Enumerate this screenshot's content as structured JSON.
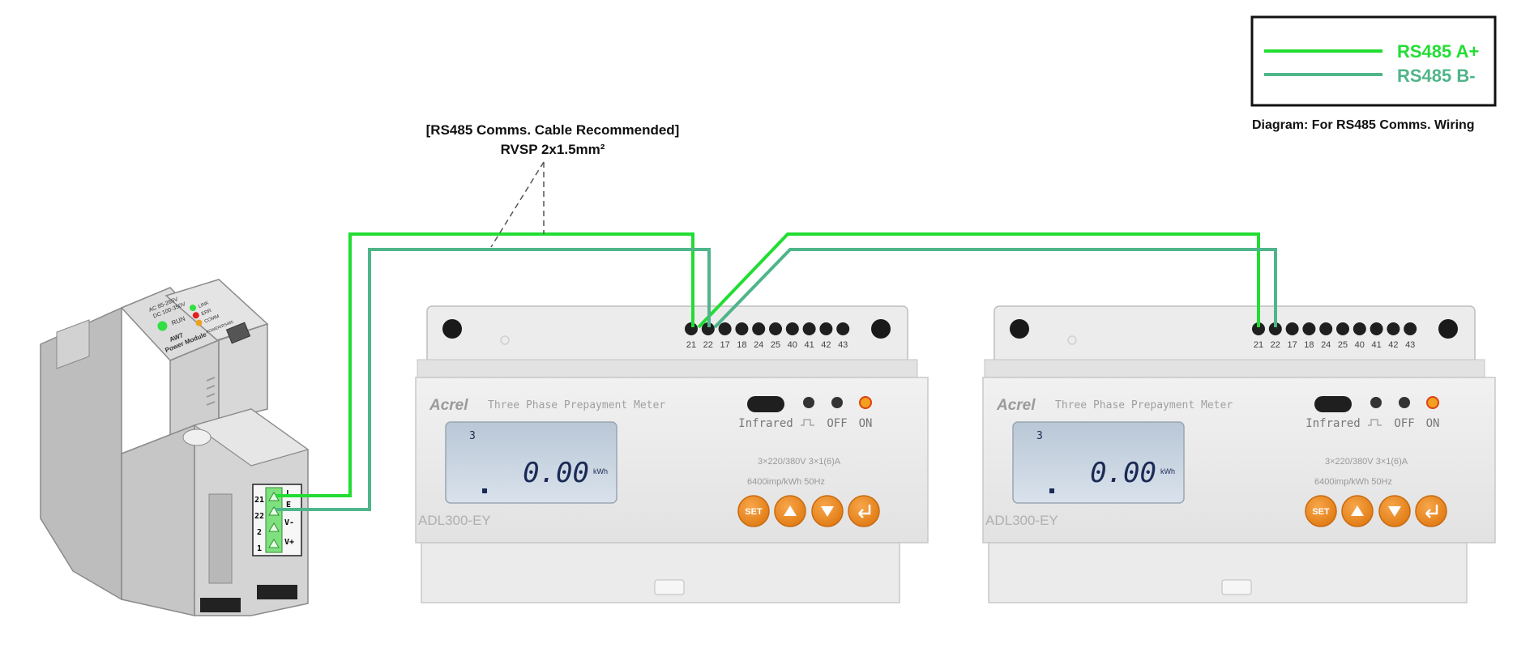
{
  "cable_note": {
    "line1": "[RS485 Comms. Cable Recommended]",
    "line2": "RVSP 2x1.5mm²"
  },
  "legend": {
    "a_label": "RS485 A+",
    "b_label": "RS485 B-",
    "a_color": "#22dd33",
    "b_color": "#4fb58a"
  },
  "caption": "Diagram: For RS485 Comms. Wiring",
  "module": {
    "name_line1": "AW7",
    "name_line2": "Power Module",
    "run_label": "RUN",
    "led_link": "LINK",
    "led_err": "ERR",
    "led_comm": "COMM",
    "port_label": "POWER/RS485",
    "spec_line1": "AC 85-265V",
    "spec_line2": "DC 100-350V",
    "term_left": [
      "21",
      "22",
      "2",
      "1"
    ],
    "term_right": [
      "L",
      "E",
      "V-",
      "V+"
    ]
  },
  "meters": [
    {
      "brand": "Acrel",
      "title": "Three Phase Prepayment Meter",
      "model": "ADL300-EY",
      "reading": "0.00",
      "unit": "kWh",
      "lcd_corner": "3",
      "infrared": "Infrared",
      "off": "OFF",
      "on": "ON",
      "rating1": "3×220/380V  3×1(6)A",
      "rating2": "6400imp/kWh  50Hz",
      "set_label": "SET",
      "terminals": [
        "21",
        "22",
        "17",
        "18",
        "24",
        "25",
        "40",
        "41",
        "42",
        "43"
      ]
    },
    {
      "brand": "Acrel",
      "title": "Three Phase Prepayment Meter",
      "model": "ADL300-EY",
      "reading": "0.00",
      "unit": "kWh",
      "lcd_corner": "3",
      "infrared": "Infrared",
      "off": "OFF",
      "on": "ON",
      "rating1": "3×220/380V  3×1(6)A",
      "rating2": "6400imp/kWh  50Hz",
      "set_label": "SET",
      "terminals": [
        "21",
        "22",
        "17",
        "18",
        "24",
        "25",
        "40",
        "41",
        "42",
        "43"
      ]
    }
  ]
}
